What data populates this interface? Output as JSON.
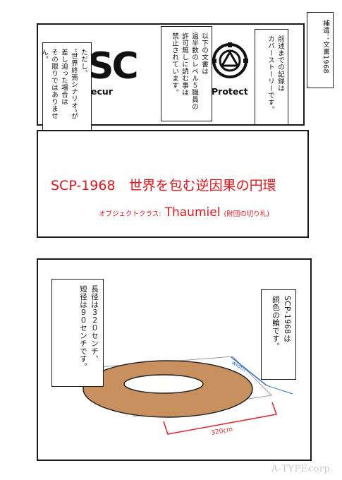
{
  "panel1": {
    "logo_letters": "SC",
    "logo_sub_left": "Secur",
    "logo_sub_right": "Protect",
    "note_lines": [
      "補遺：文書1968"
    ],
    "cover_lines": [
      "前述までの記録は",
      "カバーストーリーです。"
    ],
    "restrict_lines": [
      "以下の文書は",
      "過半数のレベル５職員の",
      "許可無しに読む事は",
      "禁止されています。"
    ],
    "except_lines": [
      "ただし、",
      "“世界終焉シナリオ”が",
      "差し迫った場合は",
      "その限りではありません。"
    ]
  },
  "panel2": {
    "title": "SCP-1968　世界を包む逆因果の円環",
    "class_label": "オブジェクトクラス:",
    "class_value": "Thaumiel",
    "class_note": "(財団の切り札)"
  },
  "panel3": {
    "size_lines": [
      "長径は３２０センチ、",
      "短径は９０センチです。"
    ],
    "copper_lines": [
      "SCP-1968は",
      "銅色の輪です。"
    ],
    "dim_long": "320cm",
    "dim_short": "width",
    "ring_color": "#c9905f",
    "dim_color": "#e0262d",
    "width_dim_color": "#2f6fd6"
  },
  "watermark": "A-TYPEcorp."
}
